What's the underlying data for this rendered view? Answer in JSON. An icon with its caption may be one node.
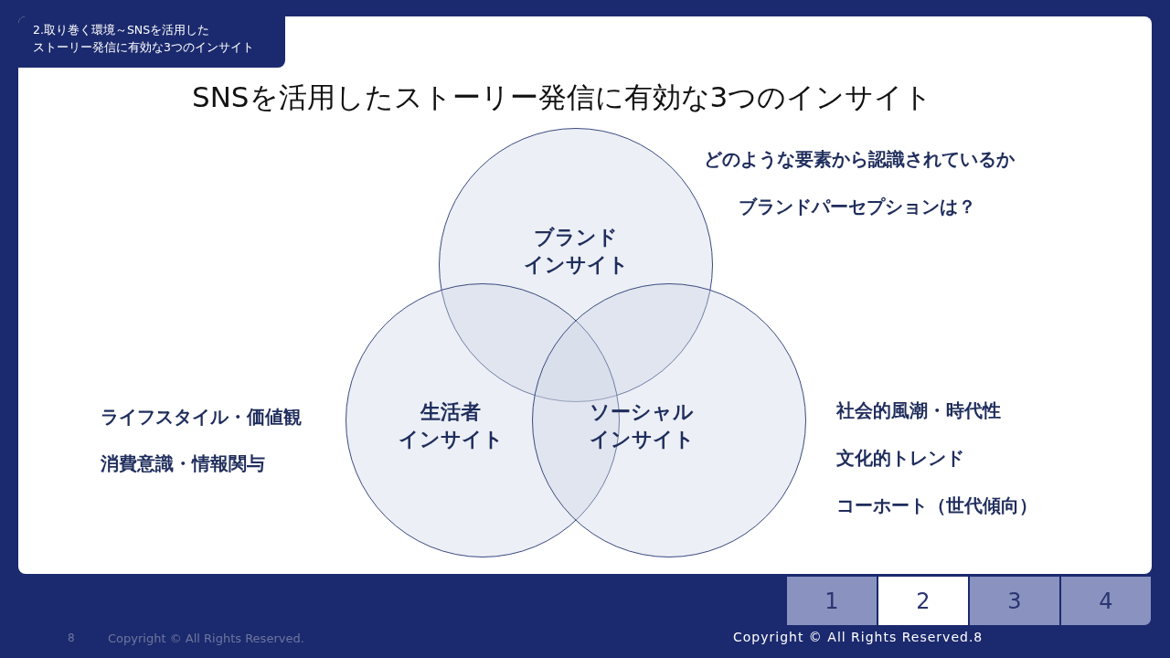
{
  "diagram": {
    "title": "SNSを活用したストーリー発信に有効な3つのインサイト",
    "nodes": [
      {
        "text": [
          "2.取り巻く環境～SNSを活用したストーリー発信に有効な3つのインサイト"
        ]
      },
      {
        "text": [
          "ブランドインサイト"
        ]
      },
      {
        "text": [
          "生活者インサイト"
        ]
      },
      {
        "text": [
          "ソーシャルインサイト"
        ]
      },
      {
        "text": [
          "1"
        ]
      },
      {
        "text": [
          "2"
        ]
      },
      {
        "text": [
          "3"
        ]
      },
      {
        "text": [
          "4"
        ]
      }
    ],
    "labels": [
      "どのような要素から認識されているか",
      "ブランドパーセプションは？",
      "ライフスタイル・価値観",
      "消費意識・情報関与",
      "社会的風潮・時代性",
      "文化的トレンド",
      "コーホート（世代傾向）",
      "8",
      "Copyright © All Rights Reserved.",
      "Copyright © All Rights Reserved.8"
    ]
  }
}
